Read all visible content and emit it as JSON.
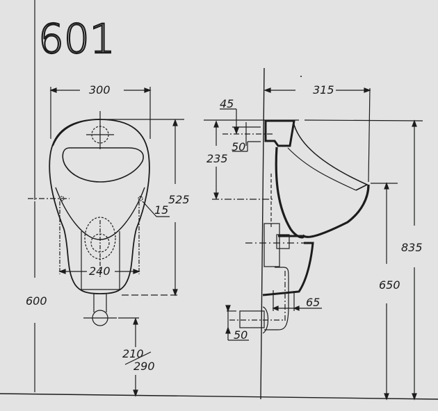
{
  "title": "601",
  "colors": {
    "background": "#e2e3e2",
    "ink": "#1c1c1c"
  },
  "front_view": {
    "dims": {
      "width": "300",
      "height": "525",
      "hole_offset": "15",
      "bracket_spacing": "240",
      "fixing_height": "600",
      "outlet_height": "210",
      "outlet_height_alt": "290"
    }
  },
  "side_view": {
    "dims": {
      "depth": "315",
      "inlet_offset": "45",
      "inlet_diameter": "50",
      "inlet_to_fixing": "235",
      "rim_height": "650",
      "top_height": "835",
      "trap_offset": "65",
      "outlet_diameter": "50"
    }
  }
}
